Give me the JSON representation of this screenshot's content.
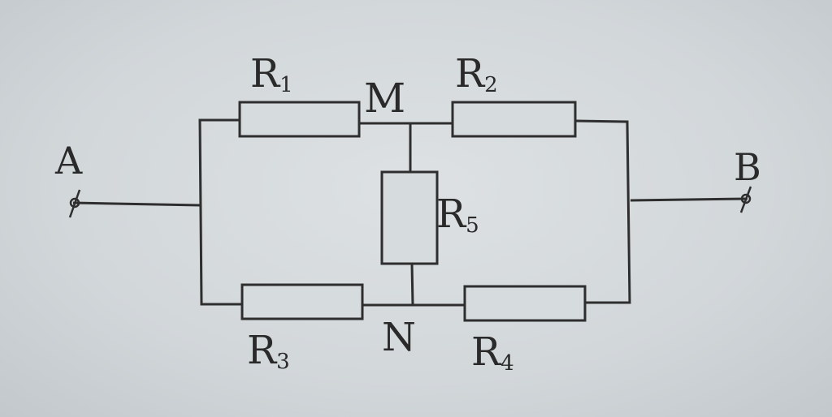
{
  "diagram": {
    "terminals": {
      "a": "A",
      "b": "B"
    },
    "nodes": {
      "m": "M",
      "n": "N"
    },
    "resistors": [
      {
        "id": "r1",
        "letter": "R",
        "sub": "1"
      },
      {
        "id": "r2",
        "letter": "R",
        "sub": "2"
      },
      {
        "id": "r3",
        "letter": "R",
        "sub": "3"
      },
      {
        "id": "r4",
        "letter": "R",
        "sub": "4"
      },
      {
        "id": "r5",
        "letter": "R",
        "sub": "5"
      }
    ],
    "colors": {
      "wire": "#2e2e2e",
      "background": "#d3d8da"
    }
  }
}
